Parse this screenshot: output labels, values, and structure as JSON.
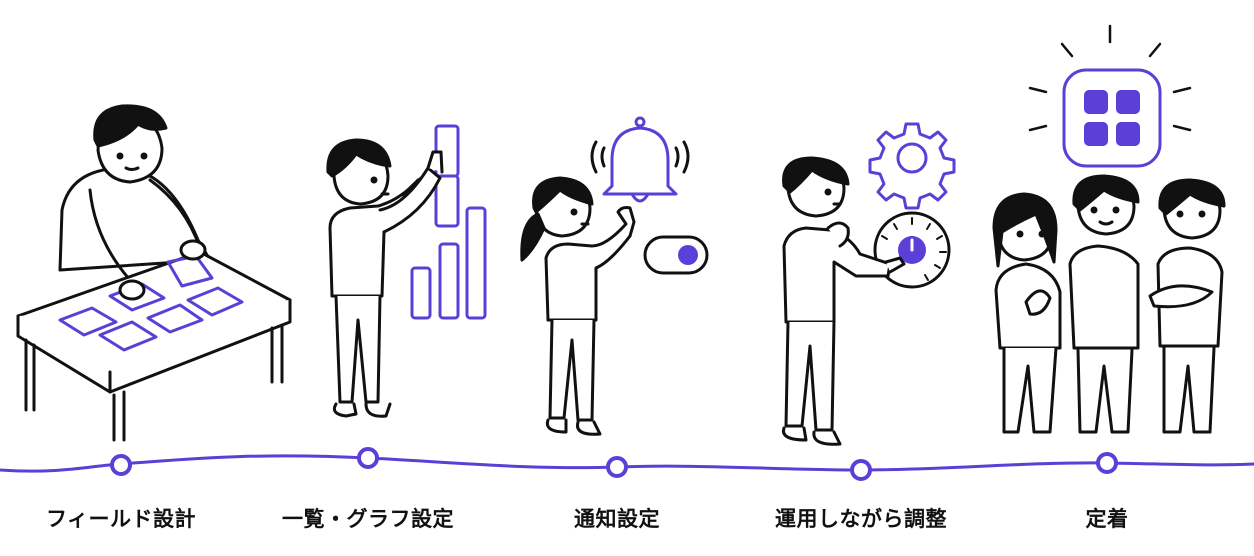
{
  "steps": [
    {
      "id": "field",
      "label": "フィールド設計"
    },
    {
      "id": "list",
      "label": "一覧・グラフ設定"
    },
    {
      "id": "notify",
      "label": "通知設定"
    },
    {
      "id": "adjust",
      "label": "運用しながら調整"
    },
    {
      "id": "settle",
      "label": "定着"
    }
  ],
  "colors": {
    "accent": "#5b3fd6",
    "line": "#111111",
    "fill": "#ffffff",
    "hair": "#111111"
  },
  "icons": [
    "table-icon",
    "bar-chart-icon",
    "bell-icon",
    "toggle-switch-icon",
    "gear-icon",
    "gauge-dial-icon",
    "app-grid-icon"
  ]
}
